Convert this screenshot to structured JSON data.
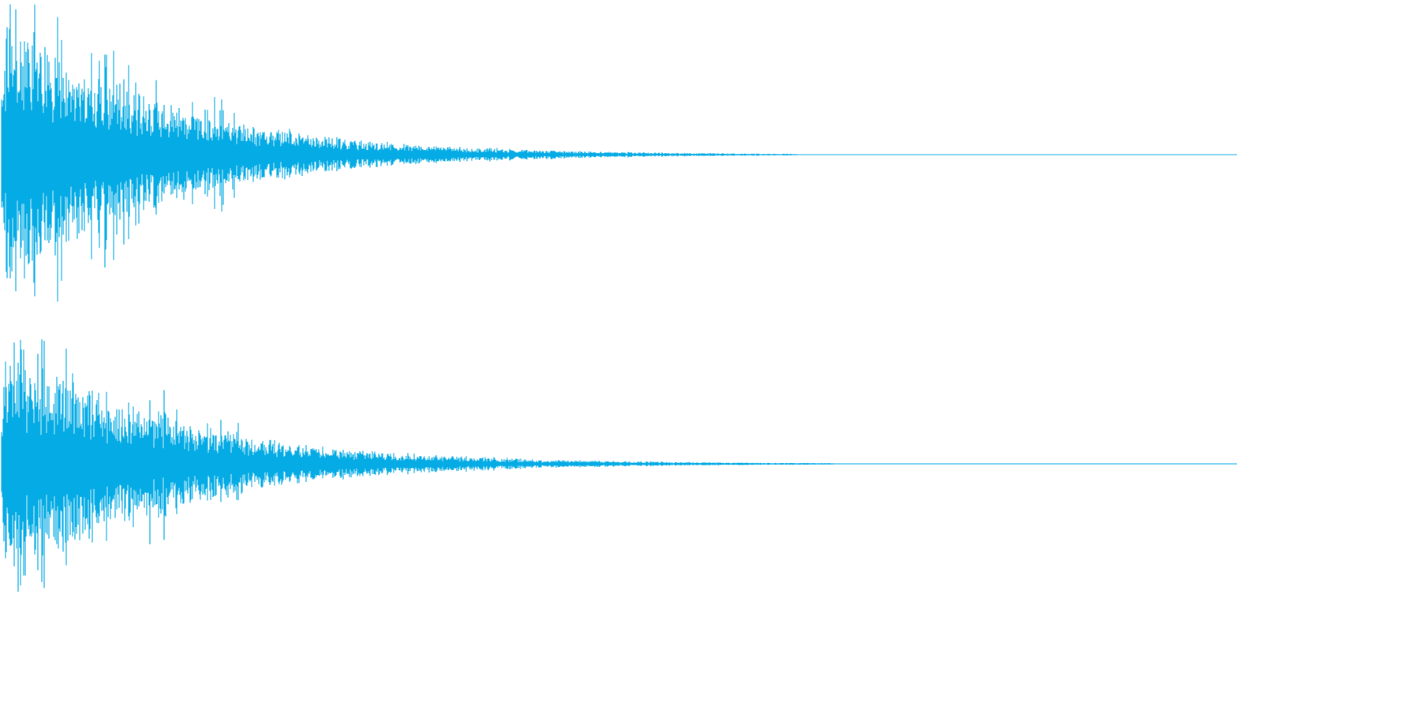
{
  "waveform_color": "#05ABE4",
  "background_color": "#FFFFFF",
  "channels": [
    {
      "id": "channel-1",
      "seed": 1337
    },
    {
      "id": "channel-2",
      "seed": 7331
    }
  ]
}
